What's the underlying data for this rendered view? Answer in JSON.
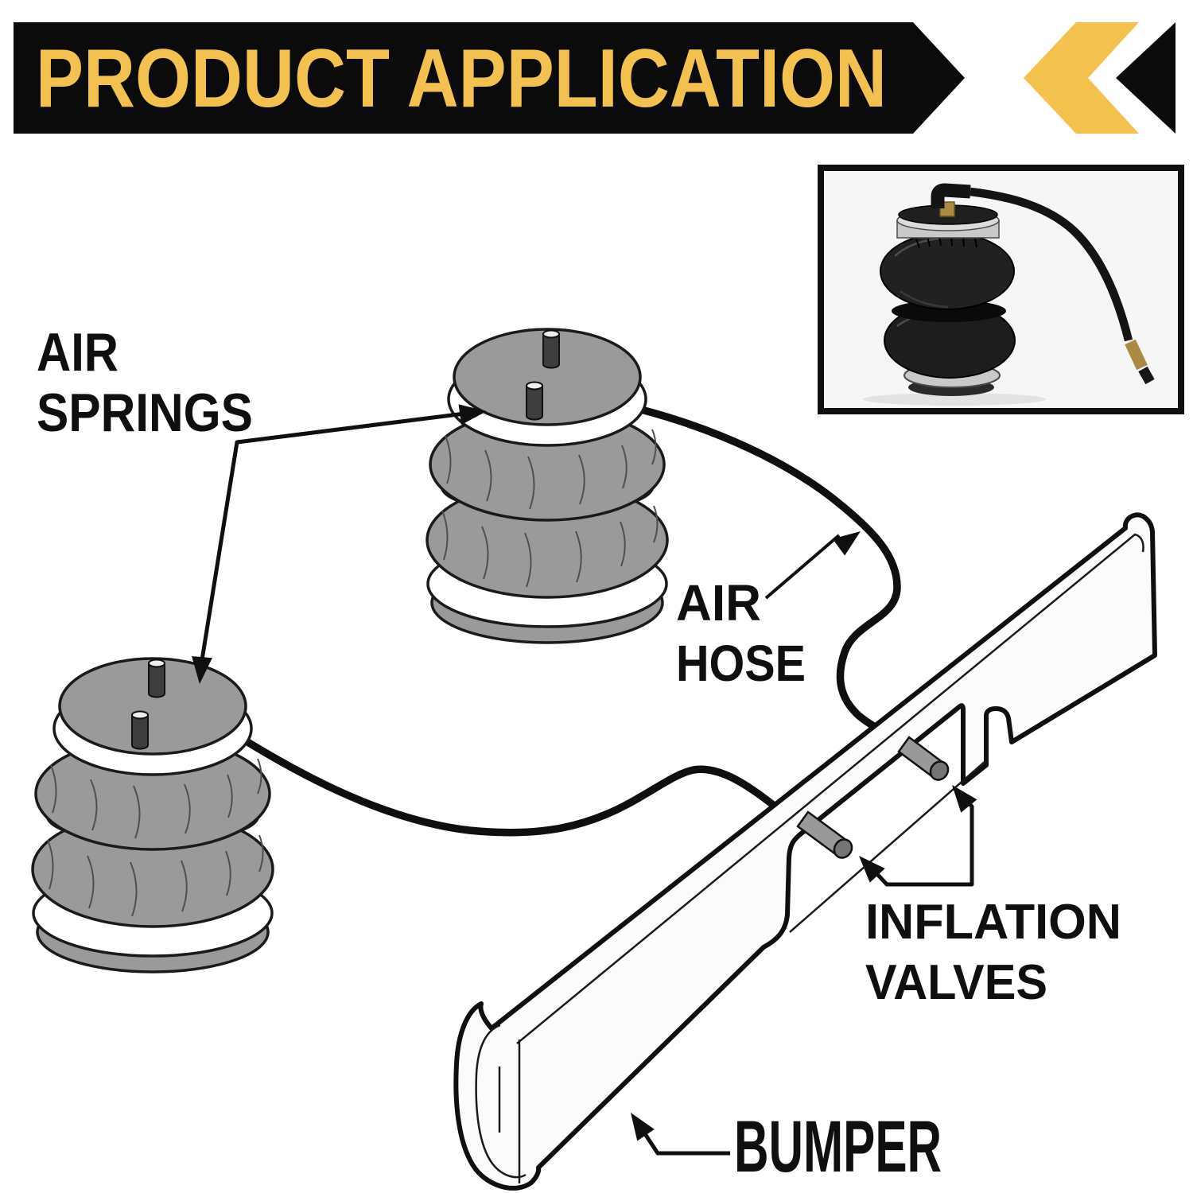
{
  "banner": {
    "title": "PRODUCT APPLICATION",
    "bg_color": "#0b0b0b",
    "text_color": "#F2C14E"
  },
  "decor": {
    "yellow_chevron_color": "#F2C14E",
    "black_chevron_color": "#0b0b0b"
  },
  "labels": {
    "air_springs": {
      "line1": "AIR",
      "line2": "SPRINGS"
    },
    "air_hose": {
      "line1": "AIR",
      "line2": "HOSE"
    },
    "inflation_valves": {
      "line1": "INFLATION",
      "line2": "VALVES"
    },
    "bumper": "BUMPER"
  },
  "palette": {
    "diagram_gray": "#9a9a9a",
    "diagram_outline": "#1a1a1a",
    "bumper_fill": "#fbfbfb",
    "valve_gray": "#999999",
    "photo_rubber": "#1d1d1d",
    "photo_band_silver": "#c9c9c9",
    "photo_brass": "#ab8a41"
  }
}
